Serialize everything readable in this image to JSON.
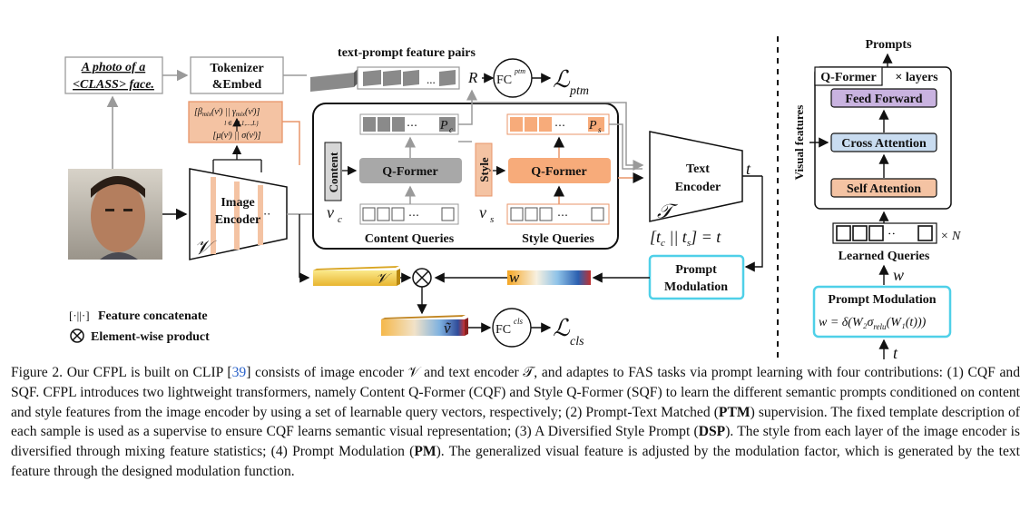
{
  "prompt_text_line1": "A photo of a",
  "prompt_text_line2": "<CLASS> face.",
  "tokenizer_line1": "Tokenizer",
  "tokenizer_line2": "&Embed",
  "text_prompt_pairs": "text-prompt feature pairs",
  "R_label": "R",
  "fc_ptm": "FC",
  "fc_ptm_sup": "ptm",
  "loss_ptm_sub": "ptm",
  "loss_symbol": "ℒ",
  "mix_stats_top": "[β",
  "mix_stats_note": "l ∈ {0,1,...,L}",
  "mix_stats_bottom": "[μ(vˡ) || σ(vˡ)]",
  "image_encoder_line1": "Image",
  "image_encoder_line2": "Encoder",
  "V_symbol": "𝒱",
  "content_label": "Content",
  "style_label": "Style",
  "qformer": "Q-Former",
  "pc_label": "P",
  "pc_sub": "c",
  "ps_label": "P",
  "ps_sub": "s",
  "vc_label": "v",
  "vc_sub": "c",
  "vs_label": "v",
  "vs_sub": "s",
  "content_queries": "Content Queries",
  "style_queries": "Style Queries",
  "text_encoder_line1": "Text",
  "text_encoder_line2": "Encoder",
  "T_symbol": "𝒯",
  "t_label": "t",
  "concat_eq": "[t",
  "prompt_mod_line1": "Prompt",
  "prompt_mod_line2": "Modulation",
  "w_label": "w",
  "v_feat_label": "v",
  "v_tilde_label": "ṽ",
  "fc_cls": "FC",
  "fc_cls_sup": "cls",
  "loss_cls_sub": "cls",
  "legend_concat": "Feature concatenate",
  "legend_concat_symbol": "[·||·]",
  "legend_product": "Element-wise product",
  "right_prompts": "Prompts",
  "right_qformer": "Q-Former",
  "right_layers": "× layers",
  "right_feedforward": "Feed Forward",
  "right_crossattn": "Cross Attention",
  "right_selfattn": "Self Attention",
  "right_visual_features": "Visual features",
  "right_learned_queries": "Learned Queries",
  "right_xN": "× N",
  "right_w": "w",
  "right_pm_title": "Prompt Modulation",
  "right_pm_formula": "w = δ(W₂σ",
  "right_pm_relu": "relu",
  "right_pm_formula2": "(W₁(t)))",
  "right_t": "t",
  "caption": {
    "p1": "Figure 2. Our CFPL is built on CLIP [",
    "ref": "39",
    "p2": "] consists of image encoder 𝒱 and text encoder 𝒯, and adaptes to FAS tasks via prompt learning with four contributions: (1) CQF and SQF. CFPL introduces two lightweight transformers, namely Content Q-Former (CQF) and Style Q-Former (SQF) to learn the different semantic prompts conditioned on content and style features from the image encoder by using a set of learnable query vectors, respectively; (2) Prompt-Text Matched (",
    "ptm": "PTM",
    "p3": ") supervision. The fixed template description of each sample is used as a supervise to ensure CQF learns semantic visual representation; (3) A Diversified Style Prompt (",
    "dsp": "DSP",
    "p4": "). The style from each layer of the image encoder is diversified through mixing feature statistics; (4) Prompt Modulation (",
    "pm": "PM",
    "p5": "). The generalized visual feature is adjusted by the modulation factor, which is generated by the text feature through the designed modulation function."
  },
  "colors": {
    "orange_fill": "#f4c3a3",
    "orange_stroke": "#e8956a",
    "grey_fill": "#a8a8a8",
    "purple_fill": "#c9b3e0",
    "blue_fill": "#c9dcf0",
    "cyan_border": "#4fd0e8",
    "yellow": "#f2d05c"
  }
}
